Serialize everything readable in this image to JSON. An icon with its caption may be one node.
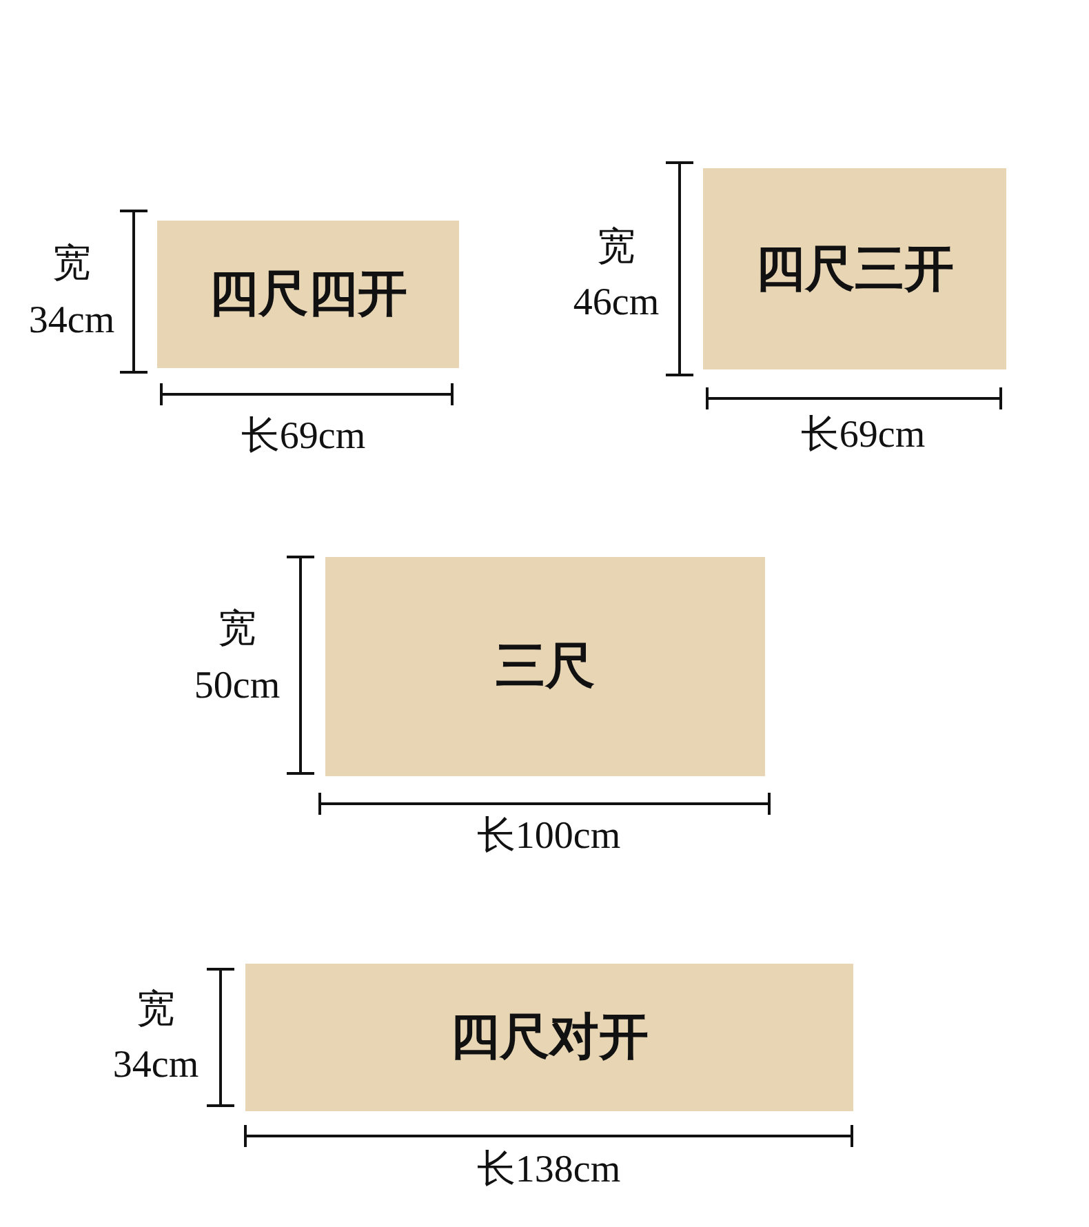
{
  "diagram": {
    "nodes": [
      {
        "text": [
          "四尺四开"
        ]
      },
      {
        "text": [
          "四尺三开"
        ]
      },
      {
        "text": [
          "三尺"
        ]
      },
      {
        "text": [
          "四尺对开"
        ]
      }
    ],
    "labels": [
      "宽",
      "34cm",
      "长69cm",
      "宽",
      "46cm",
      "长69cm",
      "宽",
      "50cm",
      "长100cm",
      "宽",
      "34cm",
      "长138cm"
    ]
  }
}
